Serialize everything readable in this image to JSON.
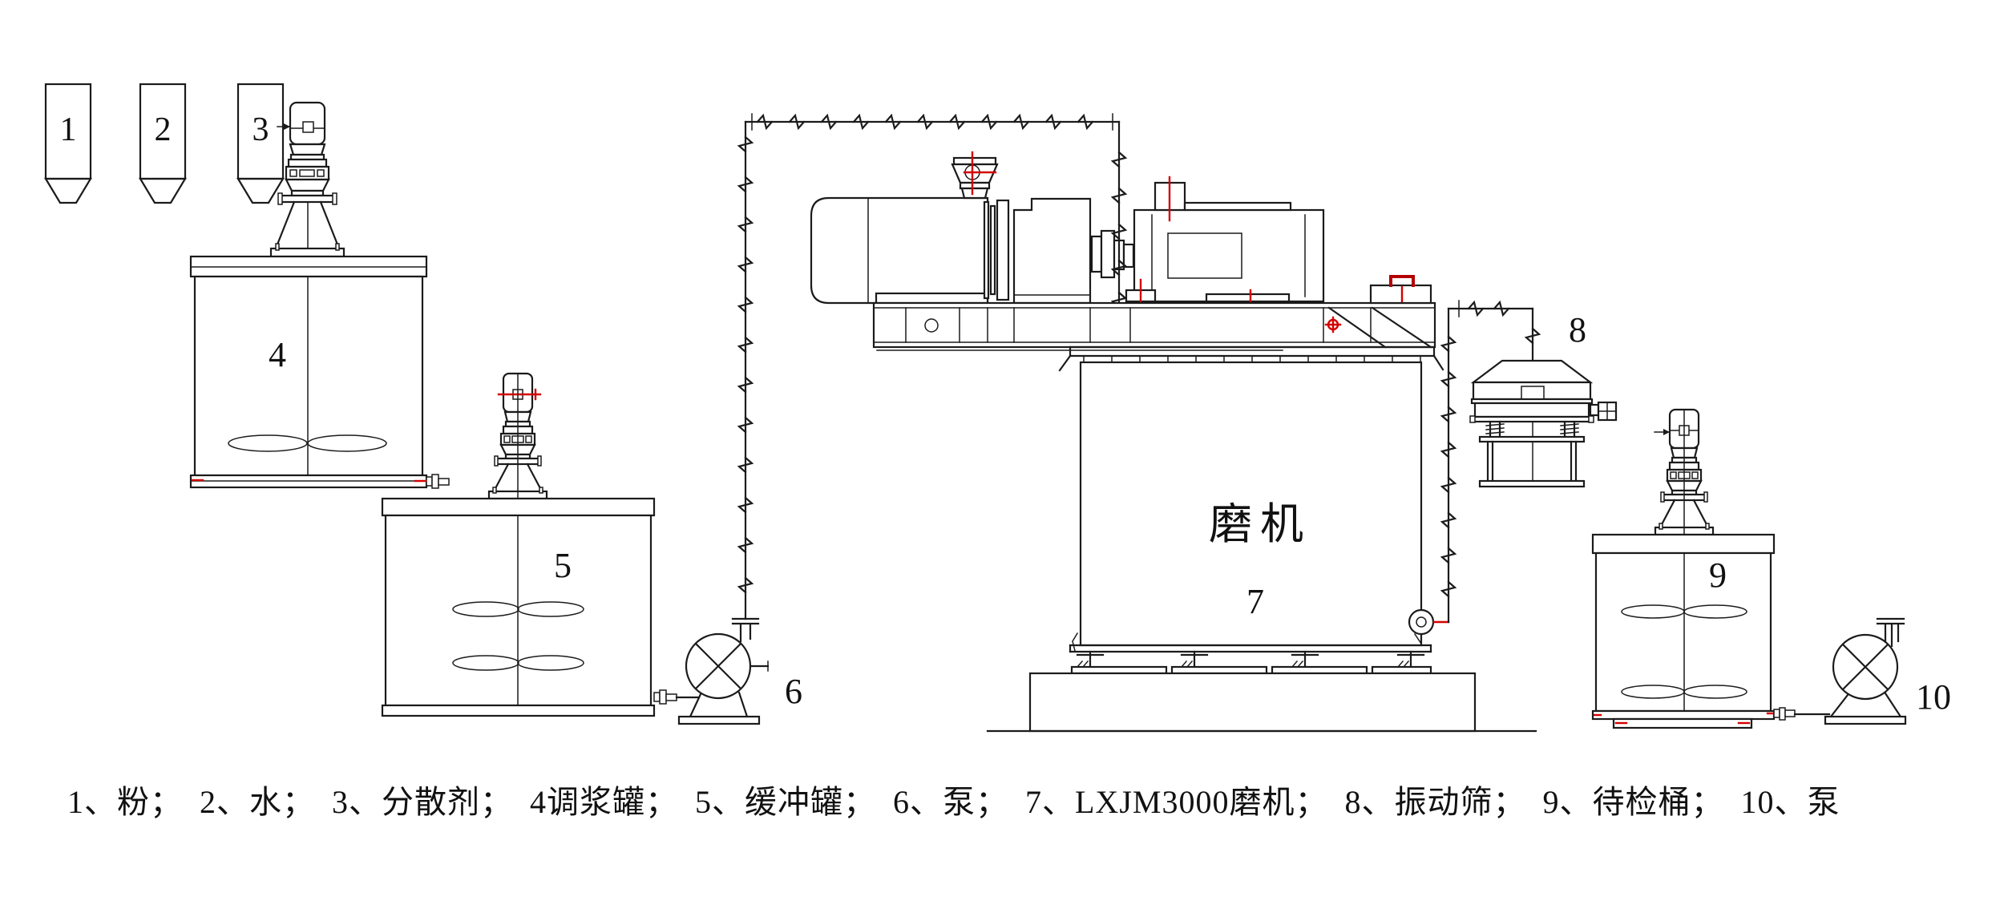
{
  "drawing": {
    "kind": "grinding-mill-process-flow-diagram",
    "mill_label": "磨机",
    "labels": {
      "l1": "1",
      "l2": "2",
      "l3": "3",
      "l4": "4",
      "l5": "5",
      "l6": "6",
      "l7": "7",
      "l8": "8",
      "l9": "9",
      "l10": "10"
    },
    "caption": "1、粉；　2、水；　3、分散剂；　4调浆罐；　5、缓冲罐；　6、泵；　7、LXJM3000磨机；　8、振动筛；　9、待检桶；　10、泵",
    "legend": [
      {
        "num": "1",
        "name": "粉"
      },
      {
        "num": "2",
        "name": "水"
      },
      {
        "num": "3",
        "name": "分散剂"
      },
      {
        "num": "4",
        "name": "调浆罐"
      },
      {
        "num": "5",
        "name": "缓冲罐"
      },
      {
        "num": "6",
        "name": "泵"
      },
      {
        "num": "7",
        "name": "LXJM3000磨机"
      },
      {
        "num": "8",
        "name": "振动筛"
      },
      {
        "num": "9",
        "name": "待检桶"
      },
      {
        "num": "10",
        "name": "泵"
      }
    ],
    "colors": {
      "background": "#ffffff",
      "line": "#1b1b1b",
      "centerline_red": "#d40000"
    }
  }
}
